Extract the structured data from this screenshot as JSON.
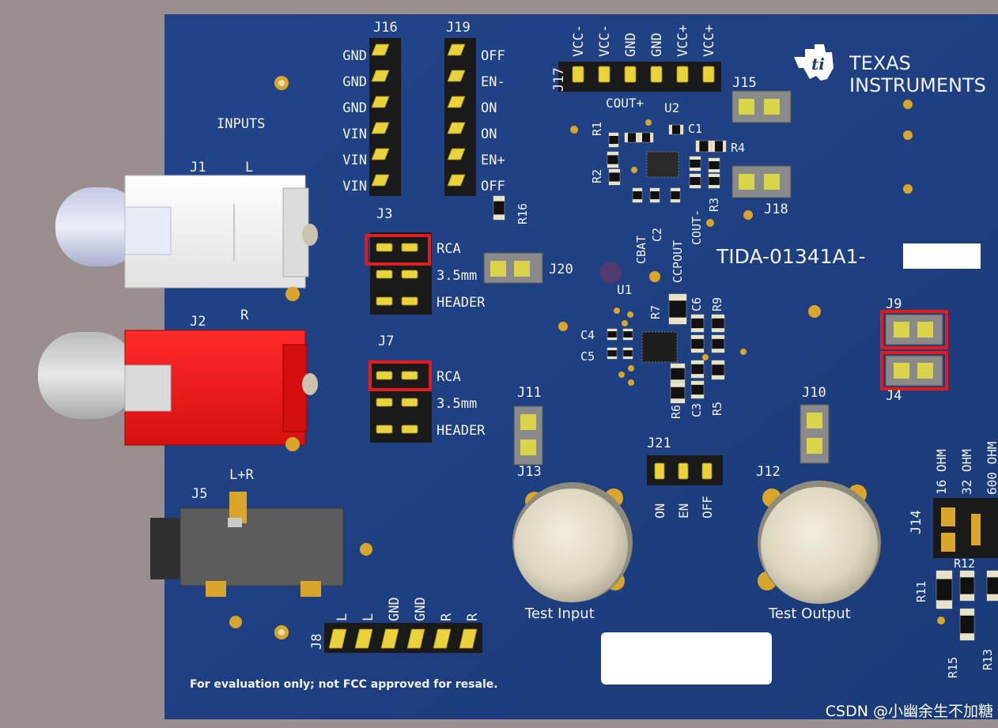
{
  "board": {
    "title": "TIDA-01341A1-",
    "disclaimer": "For evaluation only; not FCC approved for resale.",
    "watermark": "CSDN @小幽余生不加糖",
    "brand_line1": "Texas",
    "brand_line2": "Instruments",
    "colors": {
      "pcb": "#1f3f80",
      "silk": "#f2f2f2",
      "highlight": "#e21c1c",
      "backdrop": "#9a8f8e"
    }
  },
  "labels": {
    "inputs": "INPUTS",
    "j1": "J1",
    "l": "L",
    "j2": "J2",
    "r": "R",
    "j5": "J5",
    "lr": "L+R",
    "j16": "J16",
    "j19": "J19",
    "j17": "J17",
    "j3": "J3",
    "j7": "J7",
    "j20": "J20",
    "j15": "J15",
    "j18": "J18",
    "j9": "J9",
    "j4": "J4",
    "j10": "J10",
    "j11": "J11",
    "j13": "J13",
    "j12": "J12",
    "j21": "J21",
    "j14": "J14",
    "j8": "J8",
    "u1": "U1",
    "u2": "U2",
    "cout_plus": "COUT+",
    "test_input": "Test Input",
    "test_output": "Test Output"
  },
  "j16_pins": [
    "GND",
    "GND",
    "GND",
    "VIN",
    "VIN",
    "VIN"
  ],
  "j19_pins": [
    "OFF",
    "EN-",
    "ON",
    "ON",
    "EN+",
    "OFF"
  ],
  "j17_pins": [
    "VCC-",
    "VCC-",
    "GND",
    "GND",
    "VCC+",
    "VCC+"
  ],
  "j3_options": [
    "RCA",
    "3.5mm",
    "HEADER"
  ],
  "j7_options": [
    "RCA",
    "3.5mm",
    "HEADER"
  ],
  "j21_pins": [
    "ON",
    "EN",
    "OFF"
  ],
  "j8_pins": [
    "L",
    "L",
    "GND",
    "GND",
    "R",
    "R"
  ],
  "j14_pins": [
    "16 OHM",
    "32 OHM",
    "600 OHM"
  ],
  "components": {
    "r1": "R1",
    "r2": "R2",
    "r3": "R3",
    "r4": "R4",
    "r5": "R5",
    "r6": "R6",
    "r7": "R7",
    "r9": "R9",
    "r11": "R11",
    "r12": "R12",
    "r13": "R13",
    "r15": "R15",
    "r16": "R16",
    "c1": "C1",
    "c2": "C2",
    "c3": "C3",
    "c4": "C4",
    "c5": "C5",
    "c6": "C6",
    "cbat": "CBAT",
    "ccpout": "CCPOUT",
    "cout_minus": "COUT-"
  }
}
